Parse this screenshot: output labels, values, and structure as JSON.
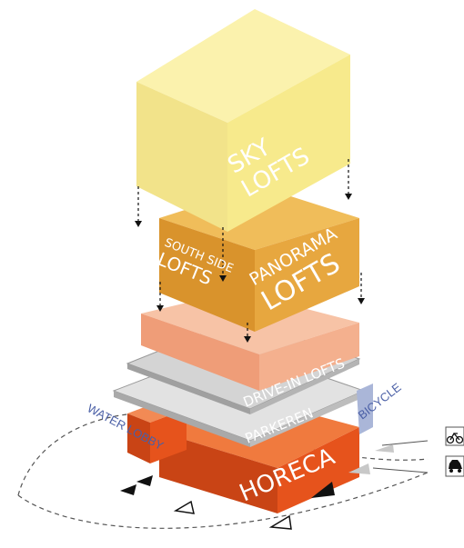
{
  "labels": {
    "sky_lofts_1": "SKY",
    "sky_lofts_2": "LOFTS",
    "south_side_1": "SOUTH SIDE",
    "south_side_2": "LOFTS",
    "panorama_1": "PANORAMA",
    "panorama_2": "LOFTS",
    "drive_in": "DRIVE-IN LOFTS",
    "parkeren": "PARKEREN",
    "horeca": "HORECA",
    "water_lobby": "WATER LOBBY",
    "bicycle": "BICYCLE"
  },
  "legend": [
    {
      "icon": "bicycle-icon"
    },
    {
      "icon": "car-icon"
    }
  ],
  "colors": {
    "sky": "#f7ea8c",
    "panorama": "#e7a73f",
    "drive_in": "#f4b08e",
    "parking": "#cfcfcf",
    "horeca": "#e6531c",
    "annotation_blue": "#4a5fa6"
  }
}
